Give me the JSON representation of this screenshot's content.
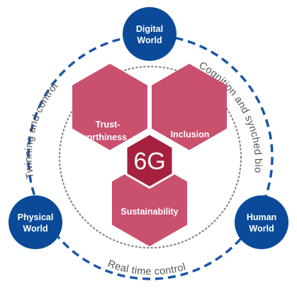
{
  "nodes": {
    "digital": {
      "line1": "Digital",
      "line2": "World"
    },
    "physical": {
      "line1": "Physical",
      "line2": "World"
    },
    "human": {
      "line1": "Human",
      "line2": "World"
    }
  },
  "arc_labels": {
    "left": "Twinning and control",
    "right": "Cognition and synched bio",
    "bottom": "Real time control"
  },
  "hexagons": {
    "trust": {
      "line1": "Trust-",
      "line2": "worthiness"
    },
    "inclusion": {
      "line1": "Inclusion"
    },
    "sustainability": {
      "line1": "Sustainability"
    }
  },
  "center": {
    "label": "6G"
  },
  "colors": {
    "node_blue": "#0b4a99",
    "dash_blue": "#1a56a8",
    "hex_pink": "#c9506f",
    "hex_pink_dark": "#b73a5b",
    "center_crimson": "#a6213f",
    "dotted_gray": "#888888",
    "arc_text": "#555555"
  }
}
